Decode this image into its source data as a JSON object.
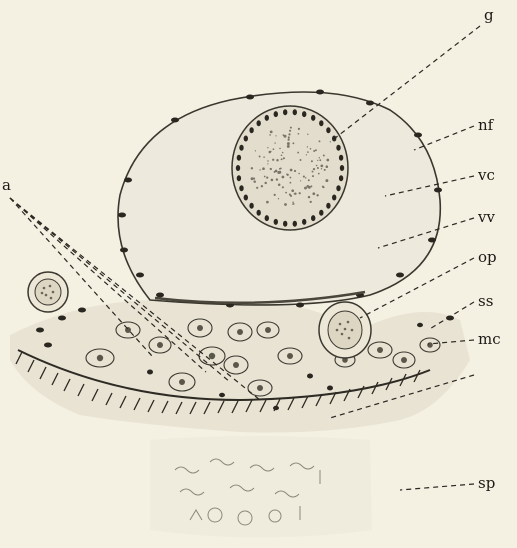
{
  "figure": {
    "labels": {
      "g": "g",
      "nf": "nf",
      "vc": "vc",
      "vv": "vv",
      "op": "op",
      "ss": "ss",
      "mc": "mc",
      "sp": "sp",
      "a": "a"
    },
    "colors": {
      "paper": "#f4f0e2",
      "ink": "#1c1a16",
      "egg": "#ede9dc",
      "stain": "#2a2720"
    }
  }
}
